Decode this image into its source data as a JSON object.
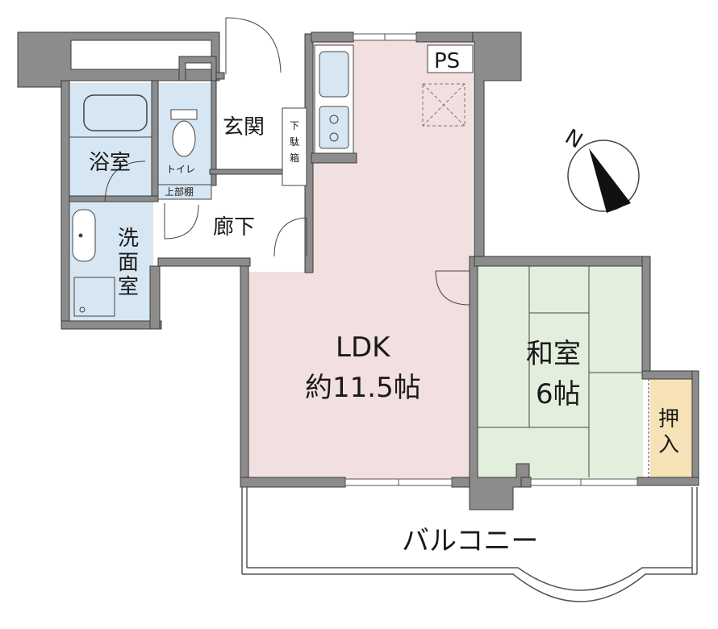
{
  "rooms": {
    "bath": "浴室",
    "toilet": "トイレ",
    "upper_shelf": "上部棚",
    "entrance": "玄関",
    "shoe_box": [
      "下",
      "駄",
      "箱"
    ],
    "hallway": "廊下",
    "washroom": [
      "洗",
      "面",
      "室"
    ],
    "ldk_name": "LDK",
    "ldk_size": "約11.5帖",
    "washitsu_name": "和室",
    "washitsu_size": "6帖",
    "closet": [
      "押",
      "入"
    ],
    "balcony": "バルコニー",
    "ps": "PS"
  },
  "compass": {
    "label": "N"
  },
  "colors": {
    "wall": "#8c8c8c",
    "ldk_floor": "#f2dfe0",
    "washitsu_floor": "#e3efdd",
    "wet_area_floor": "#d6e6f2",
    "closet_floor": "#f6e2b6"
  }
}
